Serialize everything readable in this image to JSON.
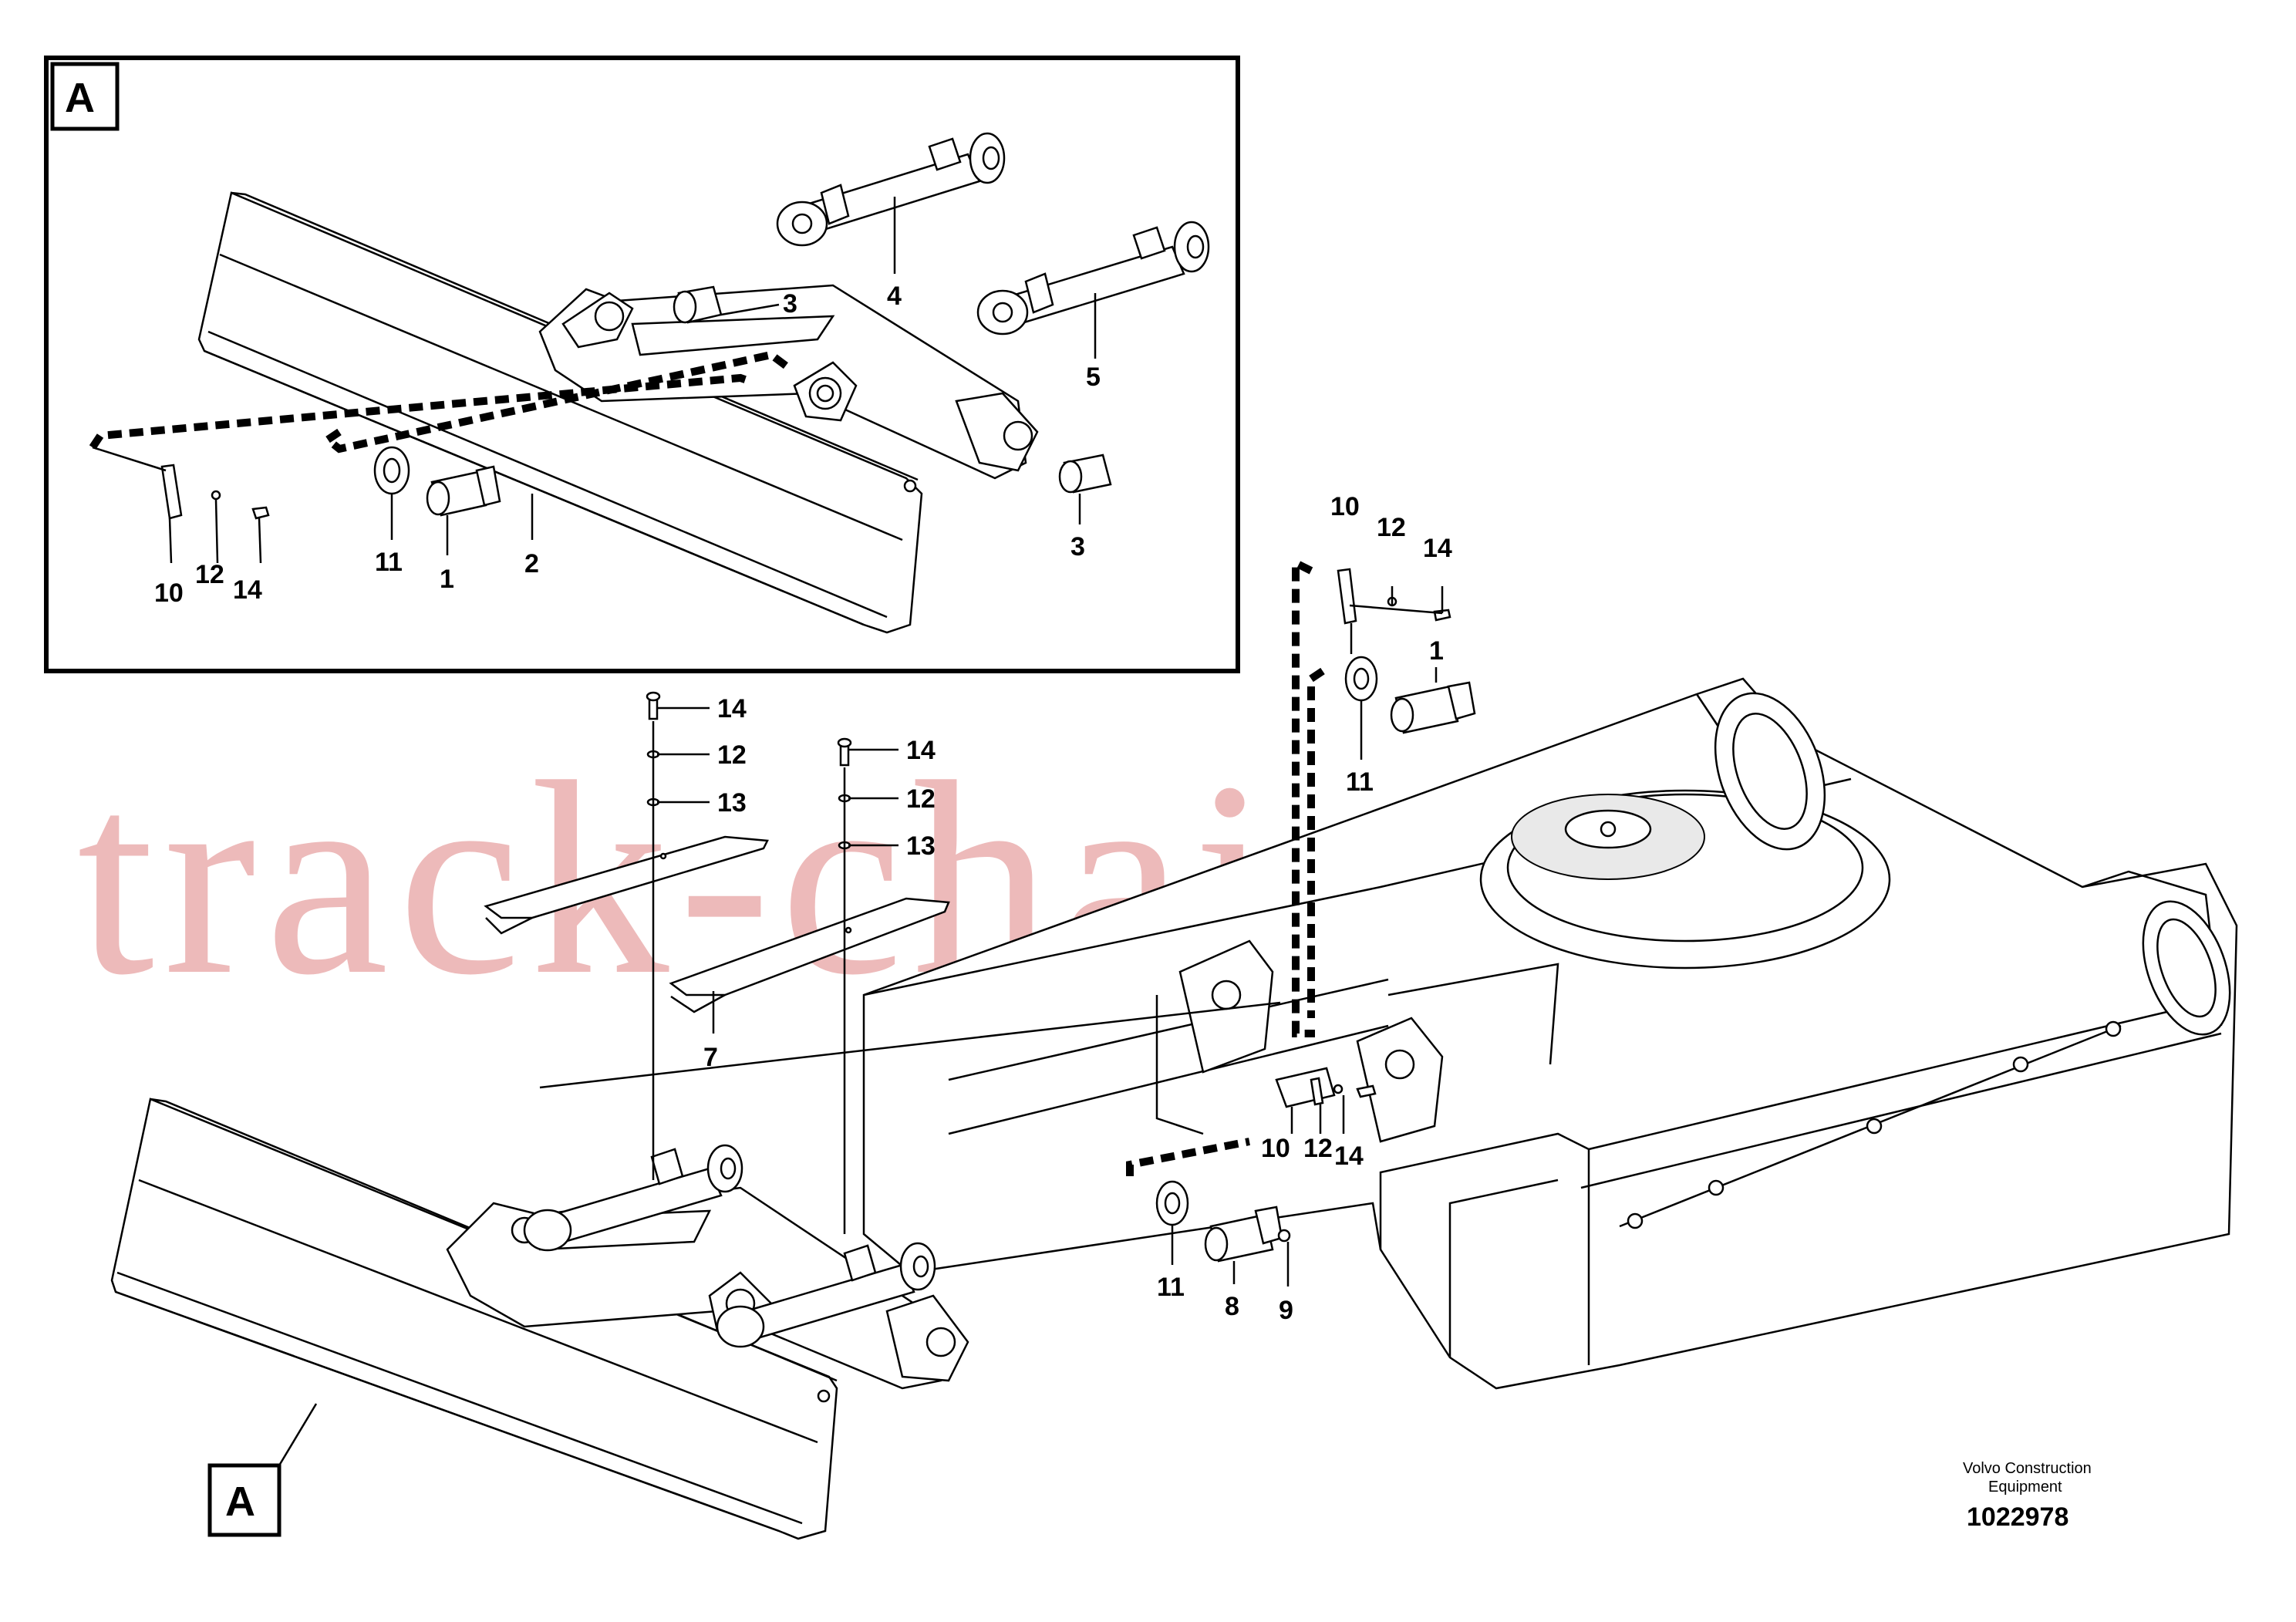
{
  "watermark": "track-chain.com",
  "brand": {
    "line1": "Volvo Construction",
    "line2": "Equipment",
    "document_number": "1022978"
  },
  "detail_box": {
    "label": "A"
  },
  "detail_callout": {
    "label": "A"
  },
  "callouts_detail": {
    "c1": "1",
    "c2": "2",
    "c3a": "3",
    "c3b": "3",
    "c4": "4",
    "c5": "5",
    "c10": "10",
    "c11": "11",
    "c12": "12",
    "c14": "14"
  },
  "callouts_main": {
    "plate_left_14": "14",
    "plate_left_12": "12",
    "plate_left_13": "13",
    "plate_right_14": "14",
    "plate_right_12": "12",
    "plate_right_13": "13",
    "plate_7": "7",
    "pin_top_10": "10",
    "pin_top_12": "12",
    "pin_top_14": "14",
    "pin_top_1": "1",
    "pin_top_11": "11",
    "pin_mid_10": "10",
    "pin_mid_12": "12",
    "pin_mid_14": "14",
    "pin_low_11": "11",
    "pin_low_8": "8",
    "pin_low_9": "9"
  }
}
